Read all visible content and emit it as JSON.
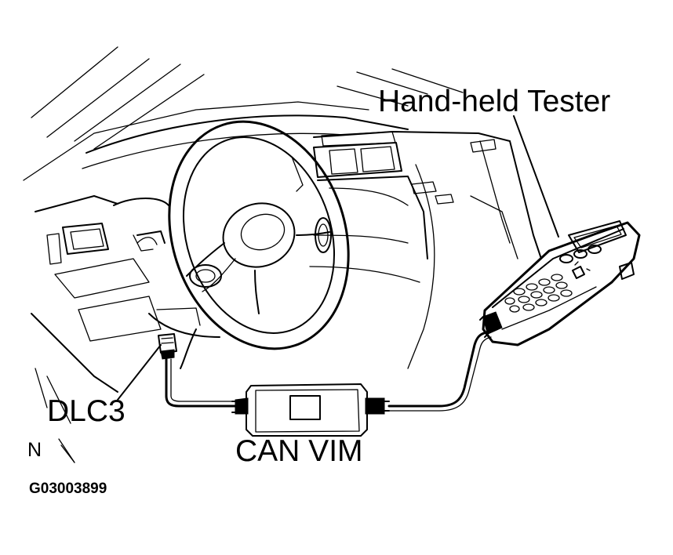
{
  "labels": {
    "hand_held_tester": "Hand-held  Tester",
    "dlc3": "DLC3",
    "can_vim": "CAN VIM",
    "north": "N",
    "figure_code": "G03003899"
  },
  "icons": {
    "dashboard": "car-dashboard-illustration",
    "steering_wheel": "steering-wheel-icon",
    "tester": "hand-held-tester-icon",
    "vim": "can-vim-module-icon",
    "connector": "dlc3-connector-icon"
  },
  "colors": {
    "line": "#000000",
    "background": "#ffffff"
  }
}
